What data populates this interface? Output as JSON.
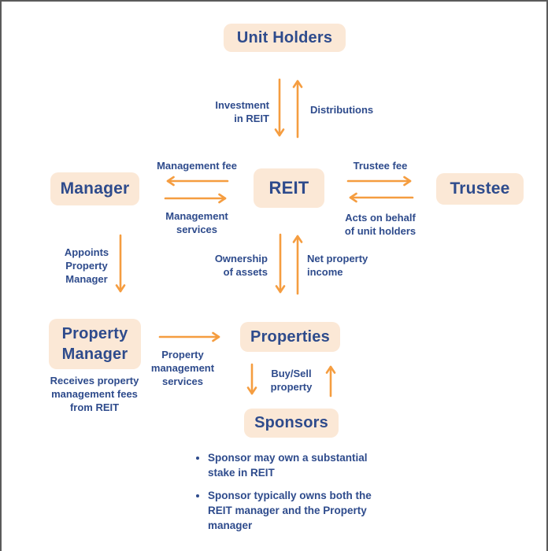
{
  "colors": {
    "box_fill": "#fbe8d6",
    "navy": "#2e4b8c",
    "orange": "#f59d40",
    "border": "#5a5a5a",
    "background": "#ffffff"
  },
  "nodes": {
    "unit_holders": {
      "label": "Unit Holders"
    },
    "manager": {
      "label": "Manager"
    },
    "reit": {
      "label": "REIT"
    },
    "trustee": {
      "label": "Trustee"
    },
    "property_manager": {
      "label": "Property\nManager"
    },
    "properties": {
      "label": "Properties"
    },
    "sponsors": {
      "label": "Sponsors"
    }
  },
  "edge_labels": {
    "investment_in_reit": "Investment\nin REIT",
    "distributions": "Distributions",
    "management_fee": "Management fee",
    "management_services": "Management\nservices",
    "trustee_fee": "Trustee fee",
    "acts_on_behalf": "Acts on behalf\nof unit holders",
    "appoints_property_manager": "Appoints\nProperty\nManager",
    "ownership_of_assets": "Ownership\nof assets",
    "net_property_income": "Net property\nincome",
    "property_management_services": "Property\nmanagement\nservices",
    "receives_property_fees": "Receives property\nmanagement fees\nfrom REIT",
    "buy_sell_property": "Buy/Sell\nproperty"
  },
  "notes": [
    "Sponsor may own a substantial stake in REIT",
    "Sponsor typically owns both the REIT manager and the Property manager"
  ]
}
